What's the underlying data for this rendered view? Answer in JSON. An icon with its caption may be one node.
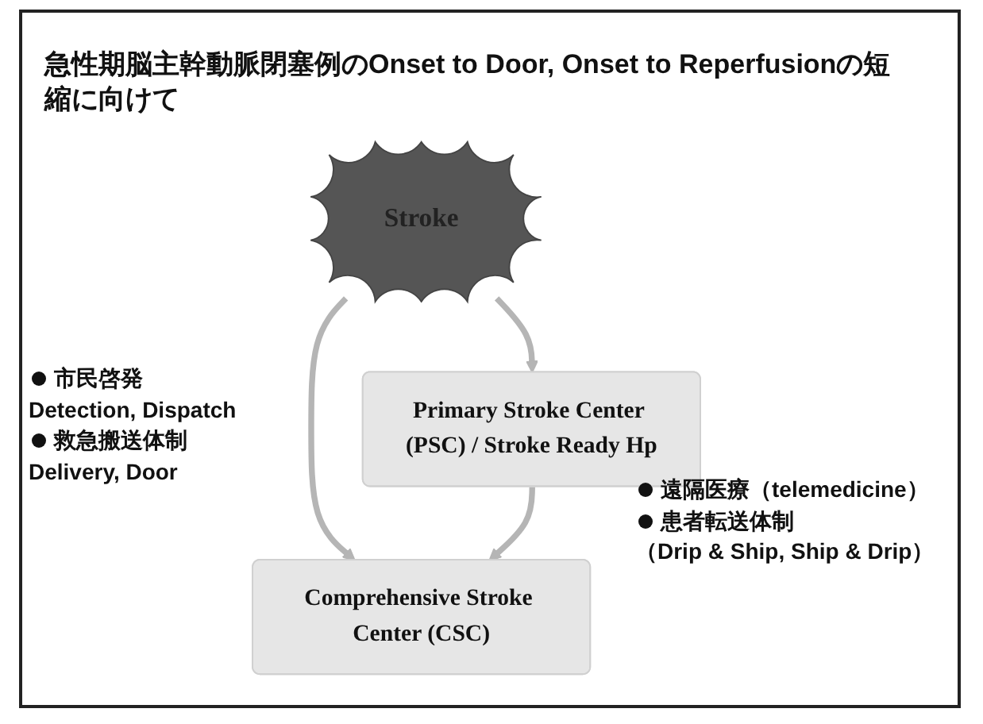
{
  "diagram": {
    "title": "急性期脳主幹動脈閉塞例のOnset to Door, Onset to Reperfusionの短縮に向けて",
    "nodes": [
      {
        "text": [
          "Stroke"
        ]
      },
      {
        "text": [
          "Primary Stroke Center (PSC) / Stroke Ready Hp"
        ]
      },
      {
        "text": [
          "Comprehensive Stroke Center (CSC)"
        ]
      }
    ],
    "edges": [
      {
        "from": 0,
        "to": 1,
        "arrow": "to"
      },
      {
        "from": 0,
        "to": 2,
        "arrow": "to"
      },
      {
        "from": 1,
        "to": 2,
        "arrow": "to"
      }
    ],
    "labels": [
      "市民啓発",
      "Detection, Dispatch",
      "救急搬送体制",
      "Delivery, Door",
      "遠隔医療（telemedicine）",
      "患者転送体制",
      "（Drip & Ship, Ship & Drip）"
    ]
  }
}
